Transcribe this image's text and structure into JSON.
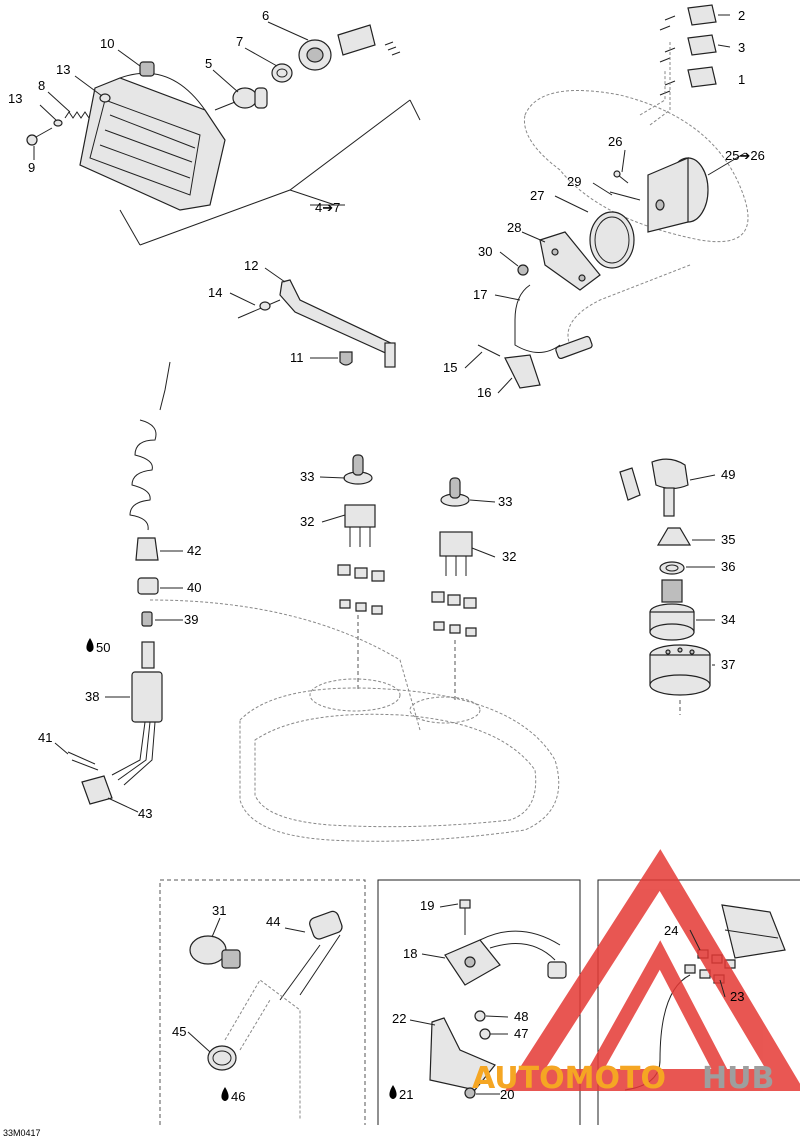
{
  "diagram_code": "33M0417",
  "watermark": {
    "text_a": "AUTOMOTO",
    "text_b": "HUB",
    "color_a": "#f5a623",
    "color_b": "#9e9e9e",
    "logo_color": "#e53935"
  },
  "callouts": {
    "c1": "1",
    "c2": "2",
    "c3": "3",
    "c4": "4➔7",
    "c5": "5",
    "c6": "6",
    "c7": "7",
    "c8": "8",
    "c9": "9",
    "c10": "10",
    "c11": "11",
    "c12": "12",
    "c13a": "13",
    "c13b": "13",
    "c14": "14",
    "c15": "15",
    "c16": "16",
    "c17": "17",
    "c18": "18",
    "c19": "19",
    "c20": "20",
    "c21": "21",
    "c22": "22",
    "c23": "23",
    "c24": "24",
    "c25": "25➔26",
    "c26": "26",
    "c27": "27",
    "c28": "28",
    "c29": "29",
    "c30": "30",
    "c31": "31",
    "c32a": "32",
    "c32b": "32",
    "c33a": "33",
    "c33b": "33",
    "c34": "34",
    "c35": "35",
    "c36": "36",
    "c37": "37",
    "c38": "38",
    "c39": "39",
    "c40": "40",
    "c41": "41",
    "c42": "42",
    "c43": "43",
    "c44": "44",
    "c45": "45",
    "c46": "46",
    "c47": "47",
    "c48": "48",
    "c49": "49",
    "c50": "50"
  }
}
